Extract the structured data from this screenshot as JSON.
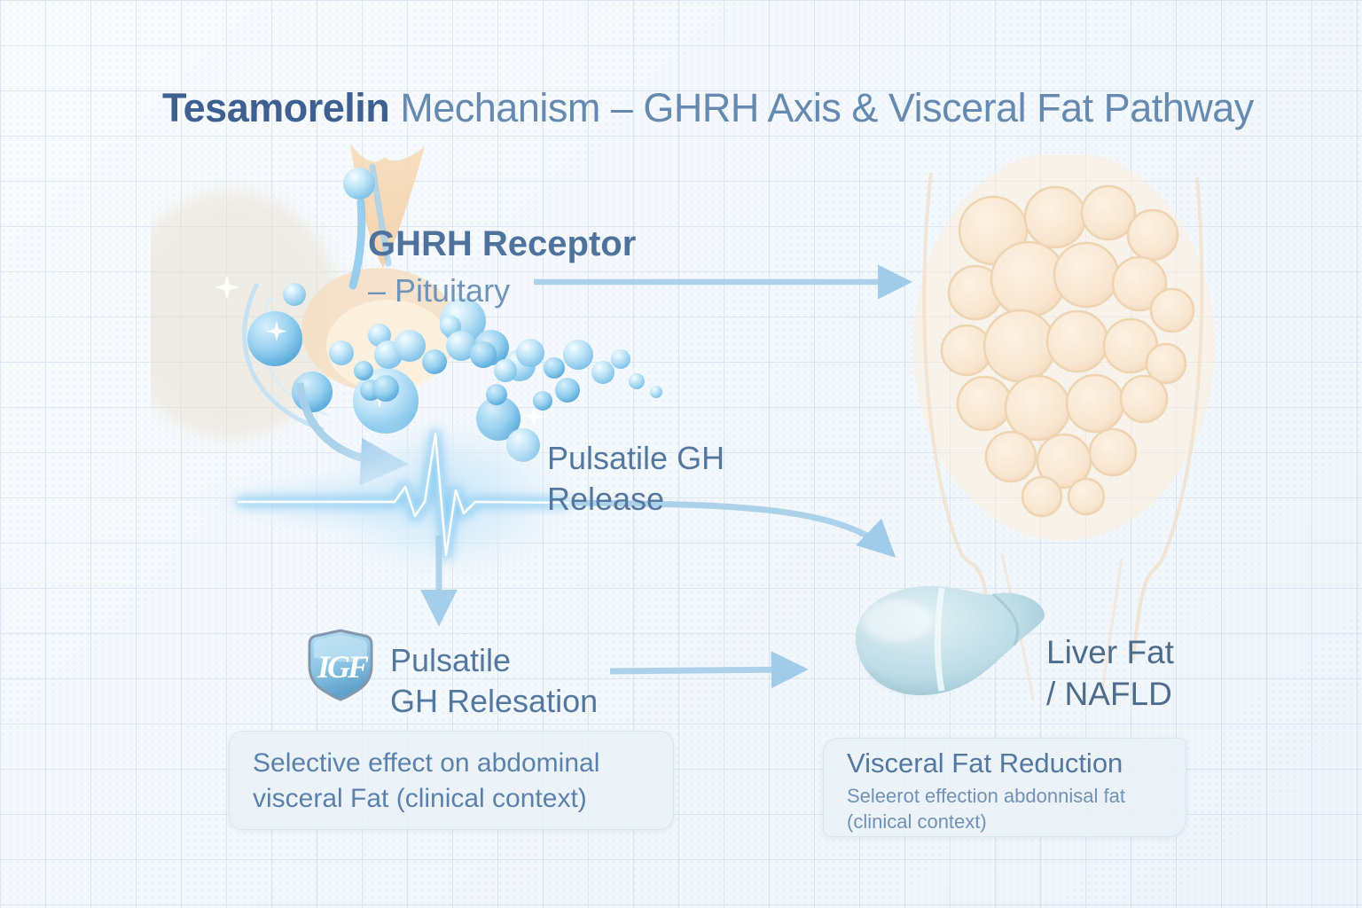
{
  "title": {
    "emphasis": "Tesamorelin",
    "rest": " Mechanism – GHRH Axis & Visceral Fat Pathway"
  },
  "nodes": {
    "receptor": {
      "name": "GHRH Receptor",
      "sublabel": "– Pituitary"
    },
    "release": {
      "line1": "Pulsatile GH",
      "line2": "Release"
    },
    "igf": {
      "shield": "IGF",
      "line1": "Pulsatile",
      "line2": "GH Relesation"
    },
    "liver": {
      "line1": "Liver Fat",
      "line2": "/ NAFLD"
    }
  },
  "callouts": {
    "left": {
      "line1": "Selective effect on abdominal",
      "line2": "visceral Fat (clinical context)"
    },
    "right": {
      "heading": "Visceral Fat Reduction",
      "line1": "Seleerot effection abdonnisal fat",
      "line2": "(clinical context)"
    }
  },
  "illustrations": {
    "pituitary": "pituitary-gland-with-molecules",
    "molecule_chain": "ghrh-peptide-chain",
    "pulse_wave": "pulsatile-gh-ecg-wave",
    "visceral_fat": "abdominal-visceral-fat-cluster",
    "liver": "liver-organ",
    "igf_shield": "igf-shield-badge"
  },
  "colors": {
    "background": "#f4f8fc",
    "grid_line": "#d9e6f1",
    "arrow_blue": "#a5cdea",
    "pulse_glow": "#7ac6ef",
    "text_primary": "#54779f",
    "text_emphasis": "#3d6090",
    "fat_peach": "#f8e5cd",
    "liver_teal": "#b9d9e2"
  }
}
